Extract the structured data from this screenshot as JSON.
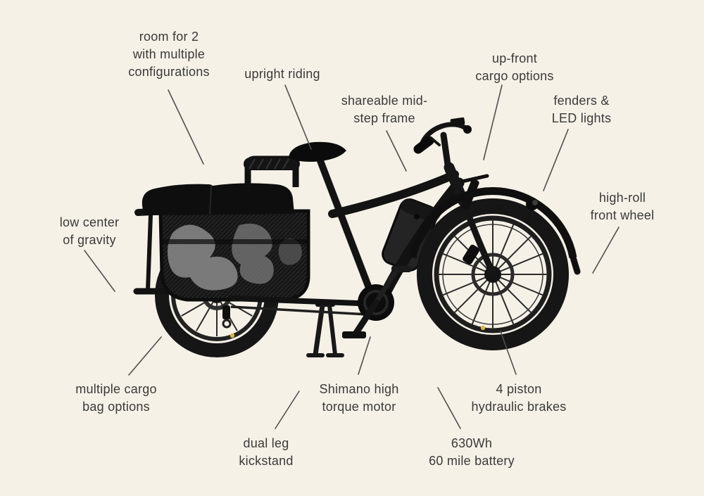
{
  "palette": {
    "background": "#f6f1e7",
    "text": "#3a3a3a",
    "line": "#4f4f4f",
    "bike_black": "#121212",
    "bag_print_gray": "#8f8f8f",
    "reflector_yellow": "#d9b648"
  },
  "diagram": {
    "subject": "cargo e-bike feature diagram"
  },
  "callouts": [
    {
      "id": "room-for-2",
      "label": "room for 2\nwith multiple\nconfigurations"
    },
    {
      "id": "upright-riding",
      "label": "upright riding"
    },
    {
      "id": "shareable-mid-step-frame",
      "label": "shareable mid-\nstep frame"
    },
    {
      "id": "up-front-cargo-options",
      "label": "up-front\ncargo options"
    },
    {
      "id": "fenders-led-lights",
      "label": "fenders &\nLED lights"
    },
    {
      "id": "high-roll-front-wheel",
      "label": "high-roll\nfront wheel"
    },
    {
      "id": "low-center-of-gravity",
      "label": "low center\nof gravity"
    },
    {
      "id": "multiple-cargo-bag-options",
      "label": "multiple cargo\nbag options"
    },
    {
      "id": "dual-leg-kickstand",
      "label": "dual leg\nkickstand"
    },
    {
      "id": "shimano-high-torque-motor",
      "label": "Shimano high\ntorque motor"
    },
    {
      "id": "battery-630wh",
      "label": "630Wh\n60 mile battery"
    },
    {
      "id": "four-piston-hydraulic-brakes",
      "label": "4 piston\nhydraulic brakes"
    }
  ]
}
